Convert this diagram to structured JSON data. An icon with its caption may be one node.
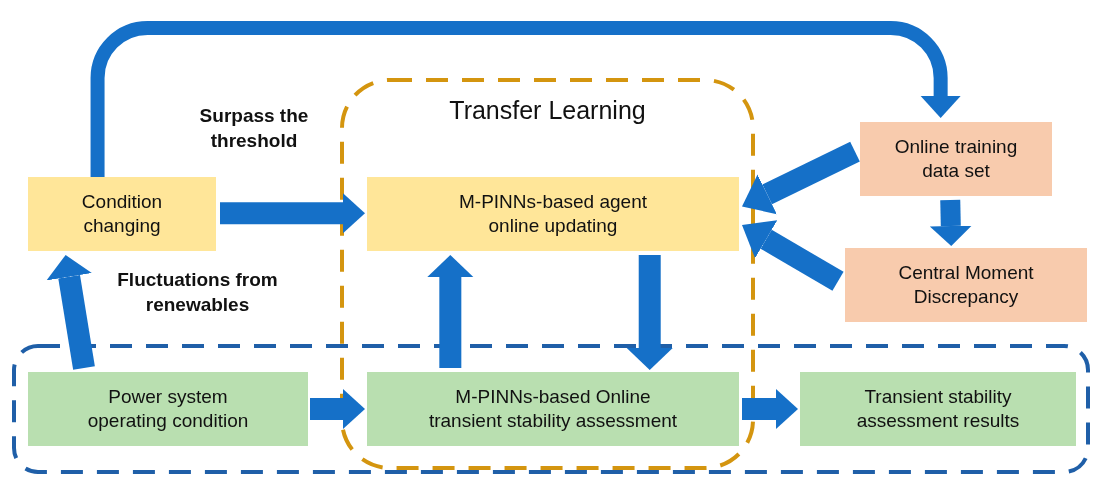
{
  "diagram": {
    "nodes": [
      {
        "text": [
          "Condition changing"
        ]
      },
      {
        "text": [
          "Transfer Learning"
        ]
      },
      {
        "text": [
          "M-PINNs-based agent online updating"
        ],
        "in": 1
      },
      {
        "text": [
          "Online training data set"
        ]
      },
      {
        "text": [
          "Central Moment Discrepancy"
        ]
      },
      {
        "text": [],
        "shape": "box"
      },
      {
        "text": [
          "Power system operating condition"
        ],
        "in": 5
      },
      {
        "text": [
          "M-PINNs-based Online transient stability assessment"
        ]
      },
      {
        "text": [
          "Transient stability assessment results"
        ],
        "in": 5
      }
    ],
    "edges": [
      {
        "from": 0,
        "to": 3,
        "arrow": "to"
      },
      {
        "from": 0,
        "to": 2,
        "arrow": "to",
        "label": "Surpass the threshold"
      },
      {
        "from": 6,
        "to": 0,
        "arrow": "to",
        "label": "Fluctuations from renewables"
      },
      {
        "from": 7,
        "to": 2,
        "arrow": "to"
      },
      {
        "from": 2,
        "to": 7,
        "arrow": "to"
      },
      {
        "from": 3,
        "to": 2,
        "arrow": "to"
      },
      {
        "from": 4,
        "to": 2,
        "arrow": "to"
      },
      {
        "from": 3,
        "to": 4,
        "arrow": "to"
      },
      {
        "from": 6,
        "to": 7,
        "arrow": "to"
      },
      {
        "from": 7,
        "to": 8,
        "arrow": "to"
      }
    ]
  }
}
